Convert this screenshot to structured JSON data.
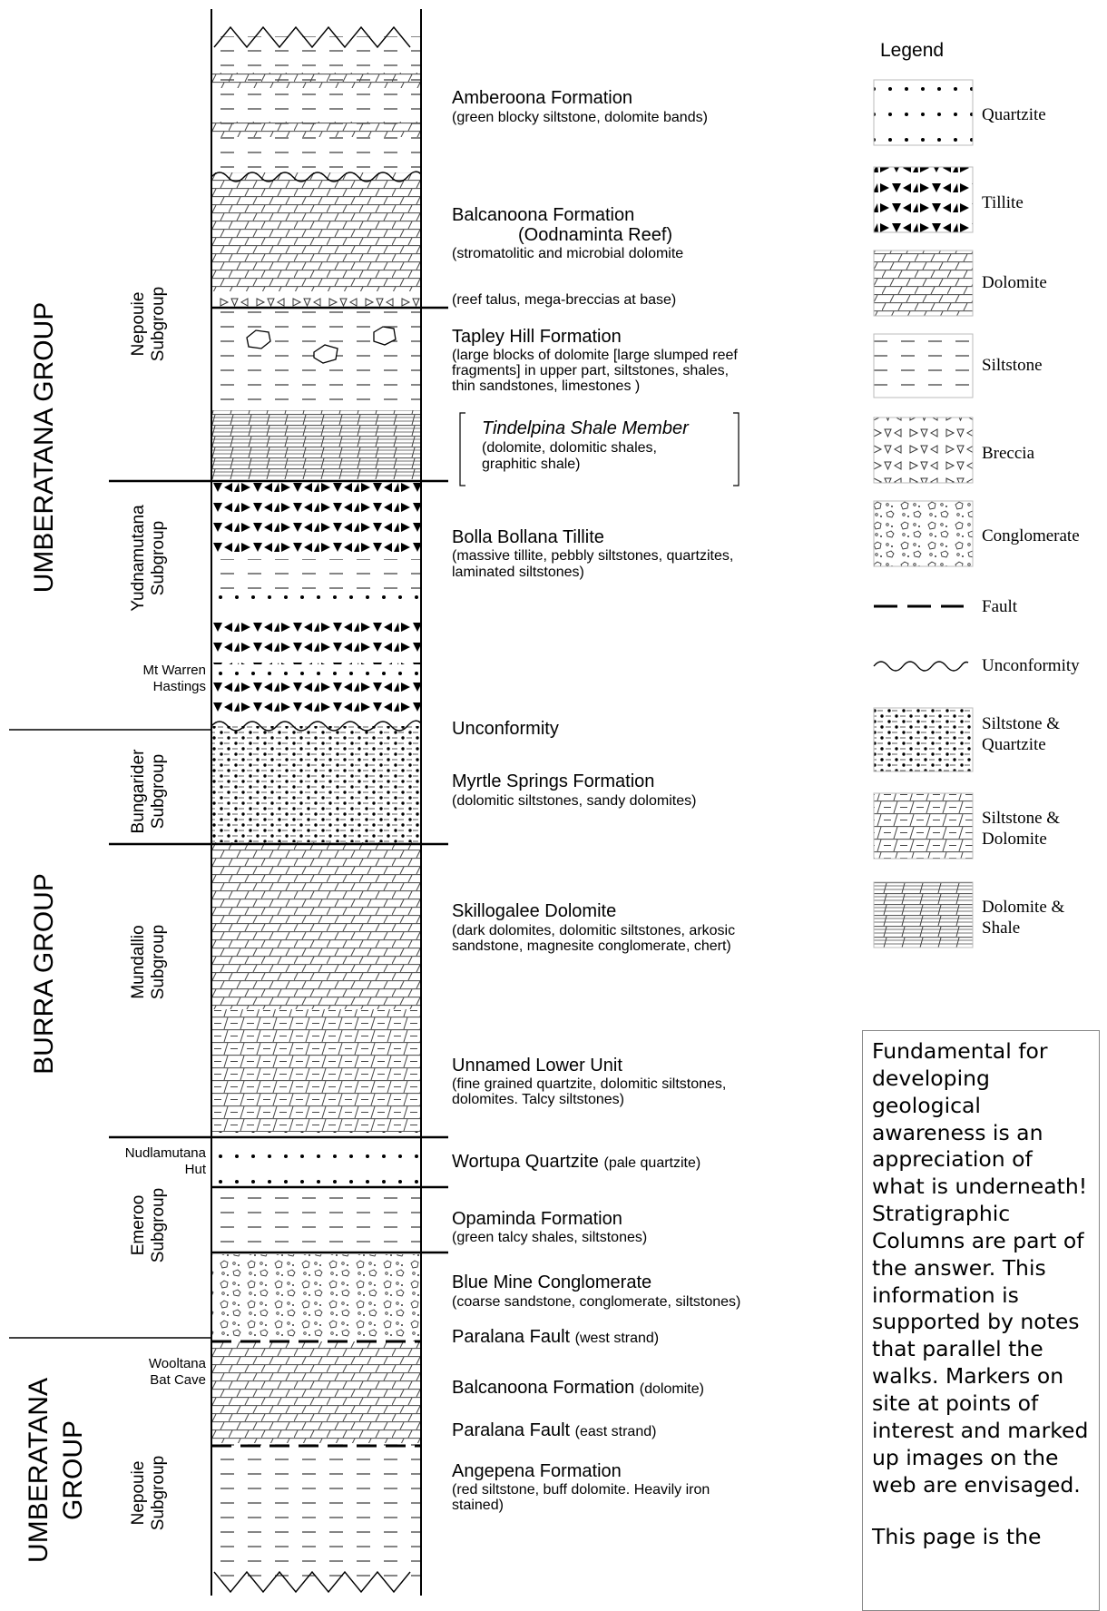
{
  "groups": [
    "UMBERATANA GROUP",
    "BURRA GROUP",
    "UMBERATANA",
    "GROUP"
  ],
  "subgroups": {
    "nepouie_top": [
      "Nepouie",
      "Subgroup"
    ],
    "yudnamutana": [
      "Yudnamutana",
      "Subgroup"
    ],
    "mt_warren": [
      "Mt Warren",
      "Hastings"
    ],
    "bungarider": [
      "Bungarider",
      "Subgroup"
    ],
    "mundallio": [
      "Mundallio",
      "Subgroup"
    ],
    "nudlamutana": [
      "Nudlamutana",
      "Hut"
    ],
    "emeroo": [
      "Emeroo",
      "Subgroup"
    ],
    "wooltana": [
      "Wooltana",
      "Bat Cave"
    ],
    "nepouie_bottom": [
      "Nepouie",
      "Subgroup"
    ]
  },
  "units": {
    "amberoona": {
      "name": "Amberoona Formation",
      "desc": [
        "(green blocky siltstone, dolomite bands)"
      ]
    },
    "balcanoona_top": {
      "name": "Balcanoona Formation",
      "sub": "(Oodnaminta Reef)",
      "desc": [
        "(stromatolitic and microbial dolomite"
      ]
    },
    "reef_talus": {
      "desc": [
        "(reef talus, mega-breccias at base)"
      ]
    },
    "tapley": {
      "name": "Tapley Hill Formation",
      "desc": [
        "(large blocks of dolomite [large slumped reef",
        "fragments] in upper part, siltstones, shales,",
        "thin sandstones, limestones )"
      ]
    },
    "tindelpina": {
      "name": "Tindelpina Shale Member",
      "desc": [
        "(dolomite, dolomitic shales,",
        "graphitic shale)"
      ]
    },
    "bolla": {
      "name": "Bolla Bollana Tillite",
      "desc": [
        "(massive tillite, pebbly siltstones, quartzites,",
        "laminated siltstones)"
      ]
    },
    "unconformity": {
      "name": "Unconformity"
    },
    "myrtle": {
      "name": "Myrtle Springs Formation",
      "desc": [
        "(dolomitic siltstones, sandy dolomites)"
      ]
    },
    "skillogalee": {
      "name": "Skillogalee Dolomite",
      "desc": [
        "(dark dolomites, dolomitic siltstones, arkosic",
        "sandstone, magnesite conglomerate, chert)"
      ]
    },
    "unnamed": {
      "name": "Unnamed Lower Unit",
      "desc": [
        "(fine grained quartzite, dolomitic siltstones,",
        "dolomites.  Talcy siltstones)"
      ]
    },
    "wortupa": {
      "name": "Wortupa Quartzite",
      "paren": "(pale quartzite)"
    },
    "opaminda": {
      "name": "Opaminda Formation",
      "desc": [
        "(green talcy shales, siltstones)"
      ]
    },
    "bluemine": {
      "name": "Blue Mine Conglomerate",
      "desc": [
        "(coarse sandstone, conglomerate, siltstones)"
      ]
    },
    "paralana_west": {
      "name": "Paralana Fault",
      "paren": "(west strand)"
    },
    "balcanoona_bottom": {
      "name": "Balcanoona Formation",
      "paren": "(dolomite)"
    },
    "paralana_east": {
      "name": "Paralana Fault",
      "paren": "(east strand)"
    },
    "angepena": {
      "name": "Angepena Formation",
      "desc": [
        "(red siltstone, buff dolomite.  Heavily iron",
        "stained)"
      ]
    }
  },
  "legend": {
    "title": "Legend",
    "items": [
      "Quartzite",
      "Tillite",
      "Dolomite",
      "Siltstone",
      "Breccia",
      "Conglomerate",
      "Fault",
      "Unconformity",
      "Siltstone &",
      "Quartzite",
      "Siltstone &",
      "Dolomite",
      "Dolomite &",
      "Shale"
    ]
  },
  "note": {
    "paragraphs": [
      "Fundamental for developing geological awareness is an appreciation of what is underneath! Stratigraphic Columns are part of the answer. This information is supported by notes that parallel the walks. Markers on site at points of interest and marked up images on the web are envisaged.",
      "This page is the"
    ]
  }
}
